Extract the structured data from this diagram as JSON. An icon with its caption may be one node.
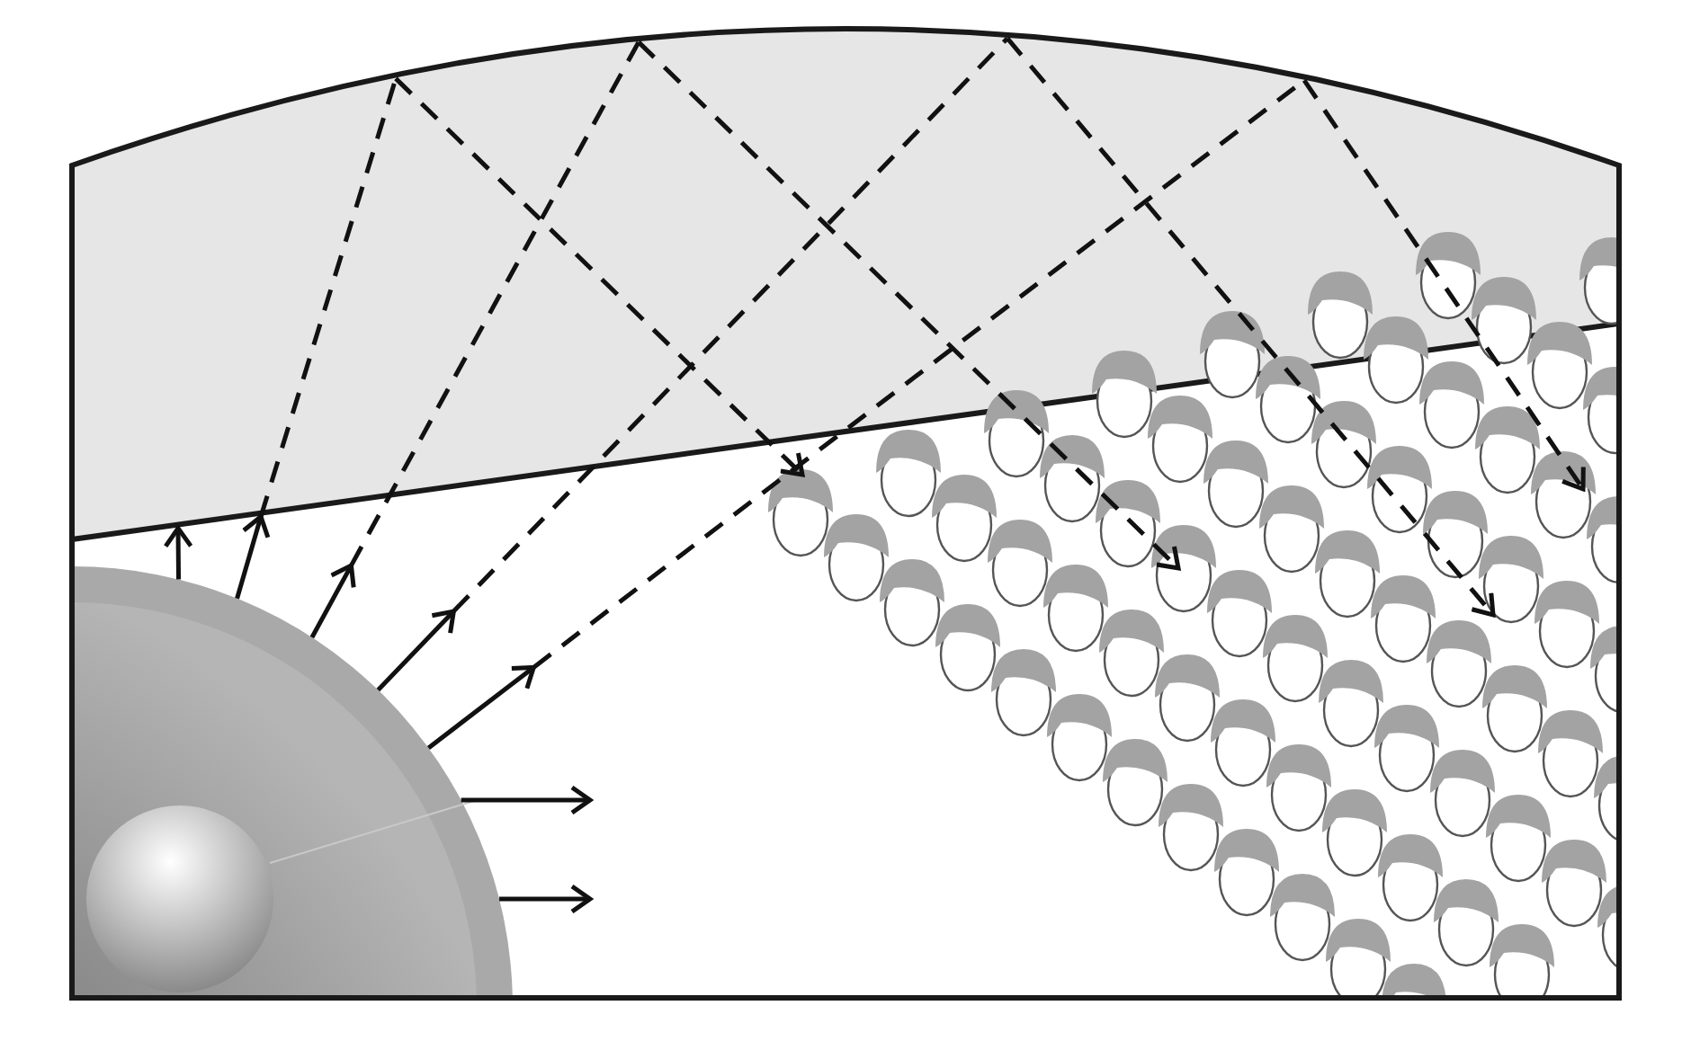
{
  "diagram": {
    "nodes": [
      {
        "text": [],
        "shape": "picture"
      },
      {
        "text": [],
        "shape": "band"
      },
      {
        "text": [],
        "shape": "picture"
      }
    ],
    "edges": [
      {
        "from": 0,
        "to": 1,
        "arrow": "to"
      },
      {
        "from": 0,
        "to": 1,
        "arrow": "to"
      },
      {
        "from": 0,
        "to": null,
        "arrow": "to"
      },
      {
        "from": 0,
        "to": null,
        "arrow": "to"
      },
      {
        "from": 0,
        "to": null,
        "arrow": "to"
      },
      {
        "from": 1,
        "to": 1,
        "arrow": "none",
        "style": "dashed"
      },
      {
        "from": null,
        "to": 1,
        "arrow": "none",
        "style": "dashed"
      },
      {
        "from": null,
        "to": 1,
        "arrow": "none",
        "style": "dashed"
      },
      {
        "from": null,
        "to": 1,
        "arrow": "none",
        "style": "dashed"
      },
      {
        "from": 1,
        "to": 2,
        "arrow": "to",
        "style": "dashed"
      },
      {
        "from": 1,
        "to": 2,
        "arrow": "to",
        "style": "dashed"
      },
      {
        "from": 1,
        "to": 2,
        "arrow": "to",
        "style": "dashed"
      },
      {
        "from": 1,
        "to": 2,
        "arrow": "to",
        "style": "dashed"
      },
      {
        "from": 0,
        "to": null,
        "arrow": "to"
      },
      {
        "from": 0,
        "to": null,
        "arrow": "to"
      }
    ]
  }
}
